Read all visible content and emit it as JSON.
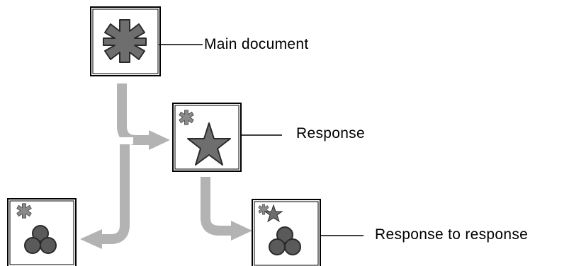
{
  "diagram": {
    "nodes": [
      {
        "id": "main",
        "label": "Main document",
        "icon": "gear-asterisk-icon"
      },
      {
        "id": "response",
        "label": "Response",
        "icon": "star-icon"
      },
      {
        "id": "response-to-response",
        "label": "Response to response",
        "icon": "cluster-icon"
      },
      {
        "id": "response-2",
        "label": "",
        "icon": "cluster-icon"
      }
    ],
    "edges": [
      {
        "from": "main",
        "to": "response"
      },
      {
        "from": "main",
        "to": "response-2"
      },
      {
        "from": "response",
        "to": "response-to-response"
      }
    ],
    "colors": {
      "icon_fill": "#6e6e6e",
      "icon_stroke": "#2a2a2a",
      "arrow": "#b3b3b3",
      "frame": "#000000"
    }
  }
}
